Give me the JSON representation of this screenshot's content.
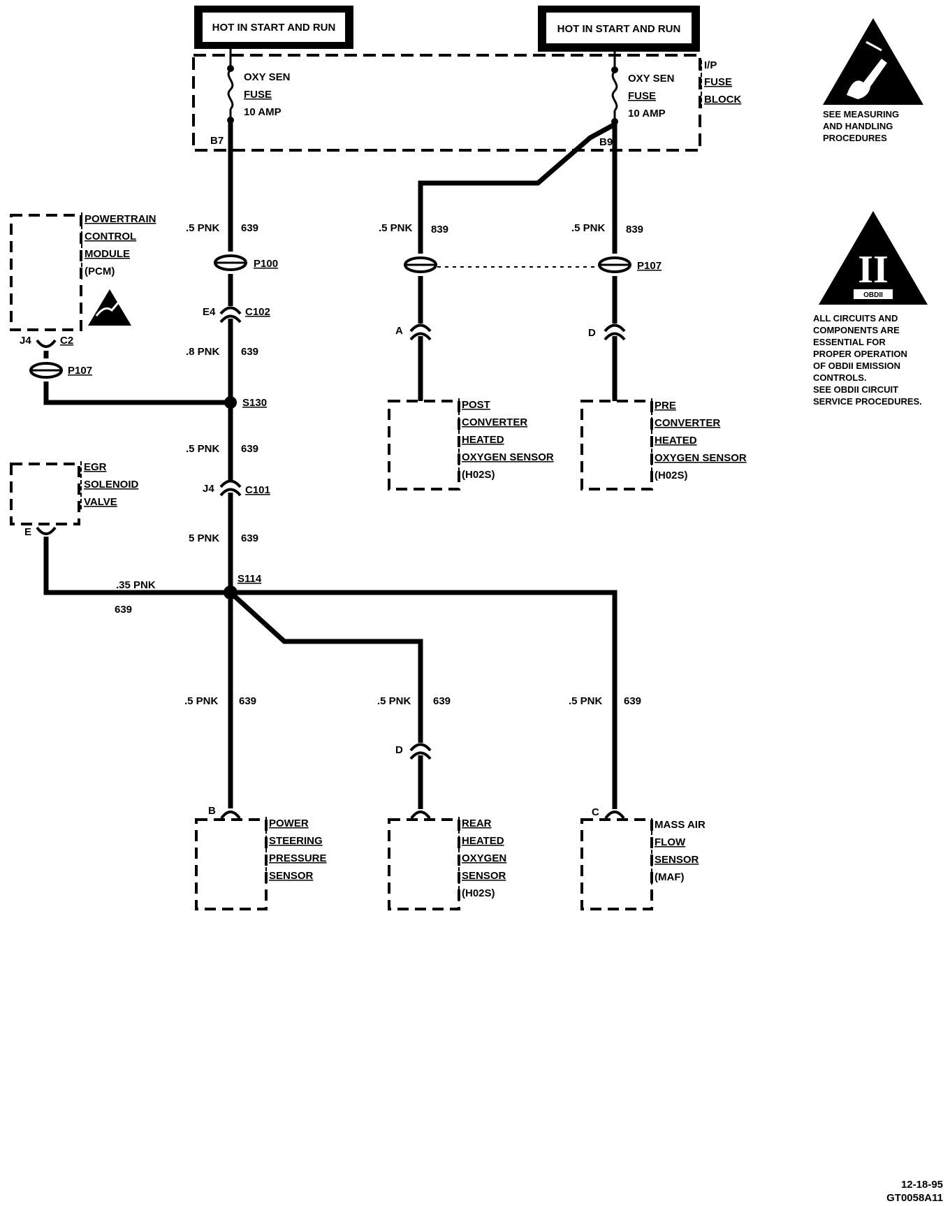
{
  "colors": {
    "ink": "#000000",
    "background": "#ffffff"
  },
  "power": {
    "left": "HOT IN START AND RUN",
    "right": "HOT IN START AND RUN"
  },
  "fuse_block": {
    "line1": "I/P",
    "line2": "FUSE",
    "line3": "BLOCK"
  },
  "fuses": {
    "left": {
      "line1": "OXY SEN",
      "line2": "FUSE",
      "line3": "10 AMP",
      "terminal": "B7"
    },
    "right": {
      "line1": "OXY SEN",
      "line2": "FUSE",
      "line3": "10 AMP",
      "terminal": "B9"
    }
  },
  "wires": {
    "w1_gauge": ".5 PNK",
    "w1_circuit": "639",
    "w2_gauge": ".5 PNK",
    "w2_circuit": "839",
    "w3_gauge": ".5 PNK",
    "w3_circuit": "839",
    "w4_gauge": ".8 PNK",
    "w4_circuit": "639",
    "w5_gauge": ".5 PNK",
    "w5_circuit": "639",
    "w6_gauge": "5 PNK",
    "w6_circuit": "639",
    "w7_gauge": ".35 PNK",
    "w7_circuit": "639",
    "w8_gauge": ".5 PNK",
    "w8_circuit": "639",
    "w9_gauge": ".5 PNK",
    "w9_circuit": "639",
    "w10_gauge": ".5 PNK",
    "w10_circuit": "639"
  },
  "connectors": {
    "p100": "P100",
    "p107_main": "P107",
    "p107_pcm": "P107",
    "c102": "C102",
    "c102_pin": "E4",
    "c101": "C101",
    "c101_pin": "J4",
    "pcm_c2": "C2",
    "pcm_pin": "J4",
    "post_pin": "A",
    "pre_pin": "D",
    "egr_pin": "E",
    "ps_pin": "B",
    "rear_pin": "D",
    "maf_pin": "C"
  },
  "splices": {
    "s130": "S130",
    "s114": "S114"
  },
  "components": {
    "pcm": {
      "line1": "POWERTRAIN",
      "line2": "CONTROL",
      "line3": "MODULE",
      "line4": "(PCM)"
    },
    "egr": {
      "line1": "EGR",
      "line2": "SOLENOID",
      "line3": "VALVE"
    },
    "post_o2": {
      "line1": "POST",
      "line2": "CONVERTER",
      "line3": "HEATED",
      "line4": "OXYGEN SENSOR",
      "line5": "(H02S)"
    },
    "pre_o2": {
      "line1": "PRE",
      "line2": "CONVERTER",
      "line3": "HEATED",
      "line4": "OXYGEN SENSOR",
      "line5": "(H02S)"
    },
    "ps_sensor": {
      "line1": "POWER",
      "line2": "STEERING",
      "line3": "PRESSURE",
      "line4": "SENSOR"
    },
    "rear_o2": {
      "line1": "REAR",
      "line2": "HEATED",
      "line3": "OXYGEN",
      "line4": "SENSOR",
      "line5": "(H02S)"
    },
    "maf": {
      "line1": "MASS AIR",
      "line2": "FLOW",
      "line3": "SENSOR",
      "line4": "(MAF)"
    }
  },
  "notes": {
    "esd": {
      "line1": "SEE MEASURING",
      "line2": "AND HANDLING",
      "line3": "PROCEDURES"
    },
    "obd": {
      "symbol": "II",
      "badge": "OBDII",
      "line1": "ALL CIRCUITS AND",
      "line2": "COMPONENTS ARE",
      "line3": "ESSENTIAL FOR",
      "line4": "PROPER OPERATION",
      "line5": "OF OBDII EMISSION",
      "line6": "CONTROLS.",
      "line7": "SEE OBDII CIRCUIT",
      "line8": "SERVICE PROCEDURES."
    }
  },
  "footer": {
    "date": "12-18-95",
    "code": "GT0058A11"
  }
}
